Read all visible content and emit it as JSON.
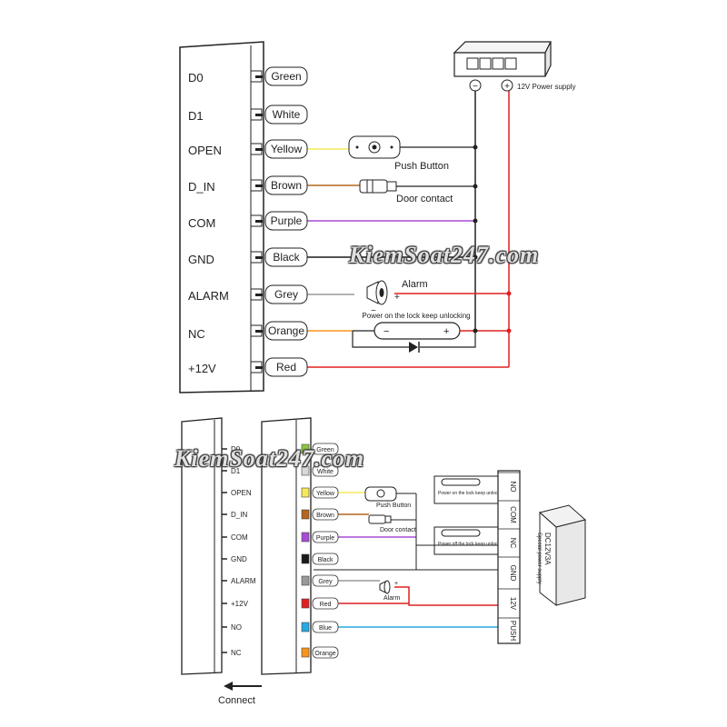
{
  "diagram1": {
    "terminals": [
      {
        "label": "D0",
        "wire": "Green"
      },
      {
        "label": "D1",
        "wire": "White"
      },
      {
        "label": "OPEN",
        "wire": "Yellow"
      },
      {
        "label": "D_IN",
        "wire": "Brown"
      },
      {
        "label": "COM",
        "wire": "Purple"
      },
      {
        "label": "GND",
        "wire": "Black"
      },
      {
        "label": "ALARM",
        "wire": "Grey"
      },
      {
        "label": "NC",
        "wire": "Orange"
      },
      {
        "label": "+12V",
        "wire": "Red"
      }
    ],
    "psu_minus": "−",
    "psu_plus": "+",
    "psu_label": "12V Power supply",
    "push_button": "Push Button",
    "door_contact": "Door contact",
    "alarm": "Alarm",
    "alarm_minus": "−",
    "alarm_plus": "+",
    "lock_note": "Power on the lock keep unlocking",
    "lock_minus": "−",
    "lock_plus": "+"
  },
  "diagram2": {
    "left_labels": [
      "D0",
      "D1",
      "OPEN",
      "D_IN",
      "COM",
      "GND",
      "ALARM",
      "+12V",
      "NO",
      "NC"
    ],
    "wires": [
      "Green",
      "White",
      "Yellow",
      "Brown",
      "Purple",
      "Black",
      "Grey",
      "Red",
      "Blue",
      "Orange"
    ],
    "push_button": "Push Button",
    "door_contact": "Door contact",
    "alarm": "Alarm",
    "lock_top_note": "Power on the lock keep unlocking",
    "lock_bottom_note": "Power off the lock keep unlocking",
    "controller_terminals": [
      "NO",
      "COM",
      "NC",
      "GND",
      "12V",
      "PUSH"
    ],
    "psu_text": "DC12V3A",
    "psu_subtext": "Special power supply",
    "connect_label": "Connect"
  },
  "watermark": "KiemSoat247.com",
  "colors": {
    "Green": "#8dc63f",
    "White": "#d8d8d8",
    "Yellow": "#f5e85a",
    "Brown": "#b5651d",
    "Purple": "#a94bd6",
    "Black": "#1a1a1a",
    "Grey": "#999999",
    "Orange": "#f7941d",
    "Red": "#e02020",
    "Blue": "#29a8e0",
    "line": "#222222"
  }
}
